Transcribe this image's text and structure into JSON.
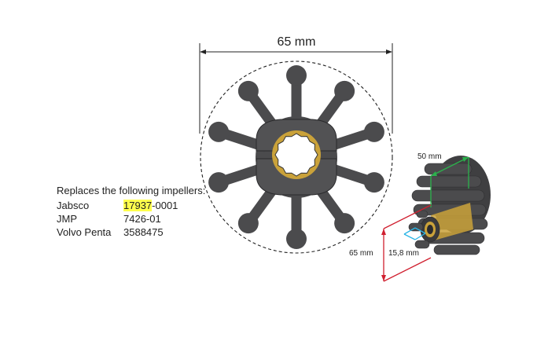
{
  "front_view": {
    "diameter_label": "65 mm",
    "blade_count": 10
  },
  "side_view": {
    "length_label": "50 mm",
    "diameter_label": "65 mm",
    "shaft_label": "15,8 mm",
    "colors": {
      "length_arrow": "#2bb24c",
      "diameter_arrow": "#d02030",
      "shaft_arrow": "#2bb5e6"
    }
  },
  "replacements": {
    "title": "Replaces the following impellers:",
    "items": [
      {
        "brand": "Jabsco",
        "part_highlight": "17937",
        "part_rest": "-0001"
      },
      {
        "brand": "JMP",
        "part_highlight": "",
        "part_rest": "7426-01"
      },
      {
        "brand": "Volvo Penta",
        "part_highlight": "",
        "part_rest": "3588475"
      }
    ]
  },
  "colors": {
    "rubber": "#4b4b4d",
    "rubber_dark": "#3a3a3c",
    "bronze_insert": "#caa23a",
    "highlight": "#ffff4d"
  }
}
